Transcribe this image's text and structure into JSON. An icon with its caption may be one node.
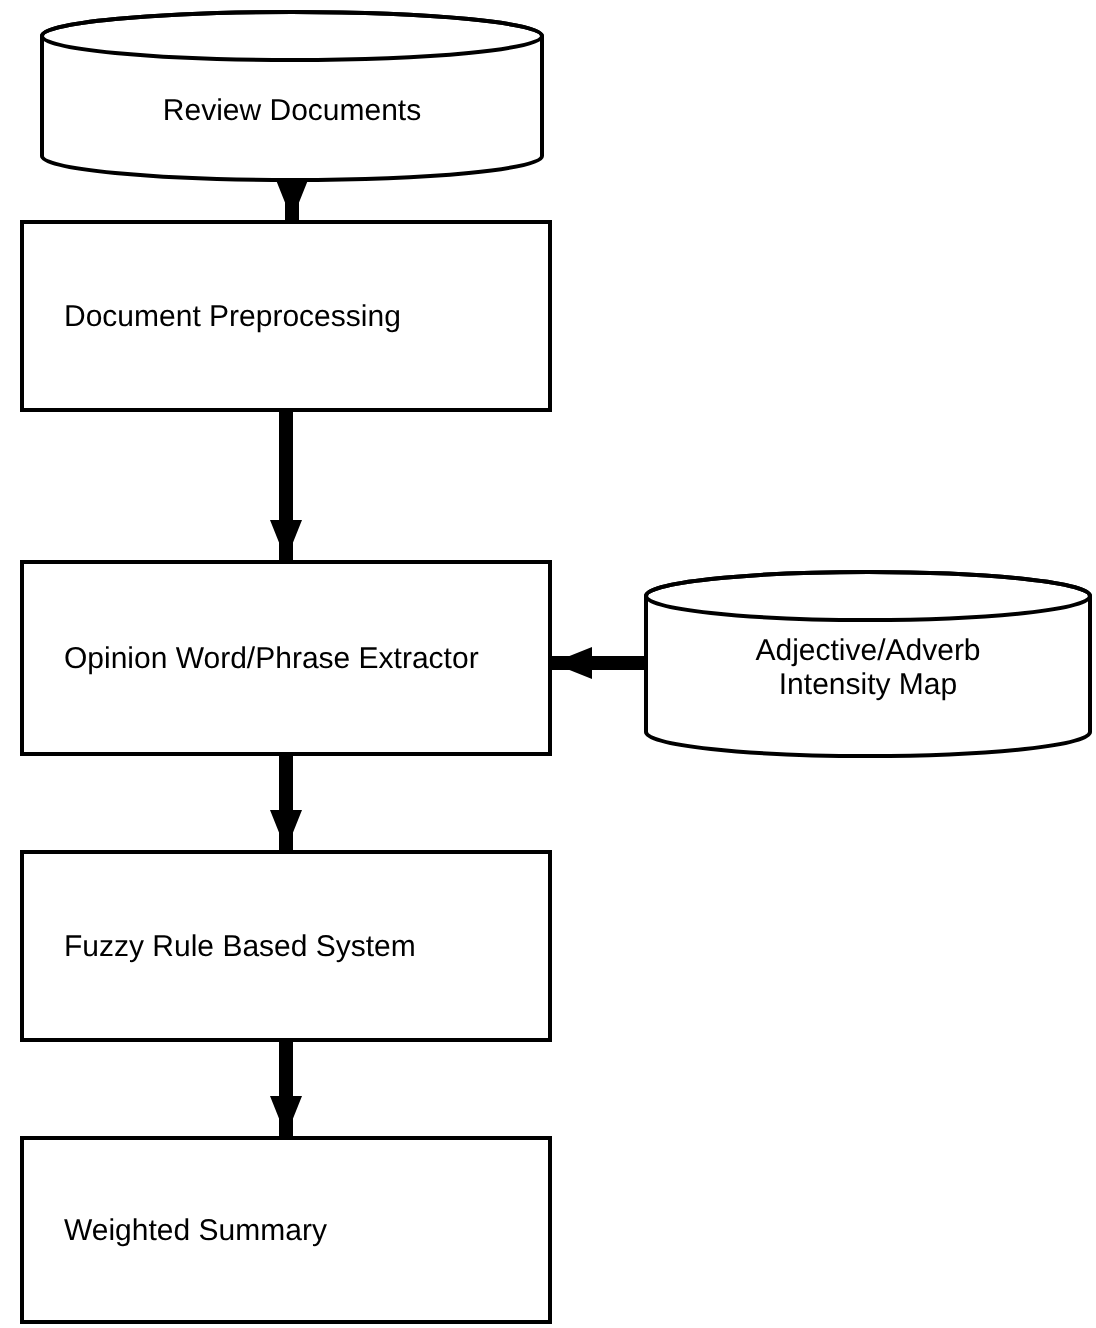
{
  "diagram": {
    "nodes": [
      {
        "text": [
          "Review Documents"
        ]
      },
      {
        "text": [
          "Document Preprocessing"
        ]
      },
      {
        "text": [
          "Opinion Word/Phrase Extractor"
        ]
      },
      {
        "text": [
          "Adjective/Adverb Intensity Map"
        ]
      },
      {
        "text": [
          "Fuzzy Rule Based System"
        ]
      },
      {
        "text": [
          "Weighted Summary"
        ]
      }
    ],
    "edges": [
      {
        "from": 0,
        "to": 1,
        "arrow": "to"
      },
      {
        "from": 1,
        "to": 2,
        "arrow": "to"
      },
      {
        "from": 3,
        "to": 2,
        "arrow": "to"
      },
      {
        "from": 2,
        "to": 4,
        "arrow": "to"
      },
      {
        "from": 4,
        "to": 5,
        "arrow": "to"
      }
    ]
  }
}
